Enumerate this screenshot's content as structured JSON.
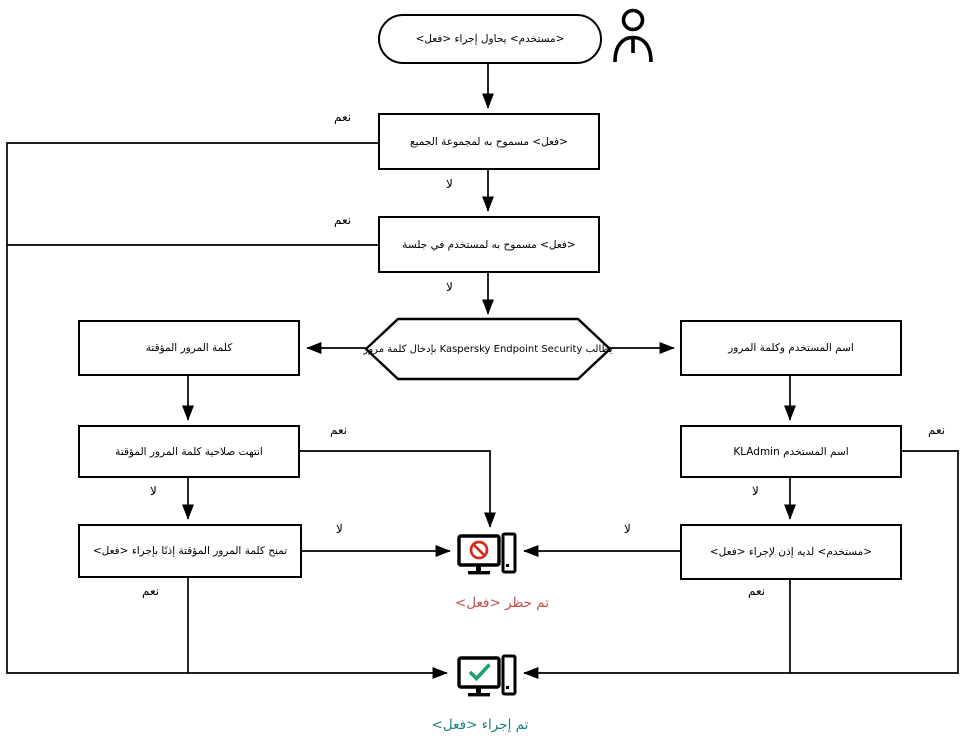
{
  "diagram": {
    "start": {
      "label": "<مستخدم> يحاول إجراء <فعل>"
    },
    "nodes": {
      "allowed_group": "<فعل> مسموح به لمجموعة الجميع",
      "allowed_session": "<فعل> مسموح به لمستخدم في جلسة",
      "password_prompt": "يطالب Kaspersky Endpoint Security بإدخال كلمة مرور",
      "temp_password": "كلمة المرور المؤقتة",
      "username_password": "اسم المستخدم وكلمة المرور",
      "temp_expired": "انتهت صلاحية كلمة المرور المؤقتة",
      "kladmin": "اسم المستخدم KLAdmin",
      "temp_grants": "تمنح كلمة المرور المؤقتة إذنًا بإجراء <فعل>",
      "user_has_permission": "<مستخدم> لديه إذن لإجراء <فعل>"
    },
    "labels": {
      "yes": "نعم",
      "no": "لا"
    },
    "outcomes": {
      "blocked": "تم حظر <فعل>",
      "performed": "تم إجراء <فعل>"
    },
    "icons": {
      "user": "user-figure",
      "blocked": "computer-with-prohibition-sign",
      "performed": "computer-with-check-mark"
    },
    "colors": {
      "line": "#000000",
      "blocked_icon": "#d42b1e",
      "blocked_text": "#c0504d",
      "performed_icon": "#1e9d72",
      "performed_text": "#17807d"
    }
  }
}
